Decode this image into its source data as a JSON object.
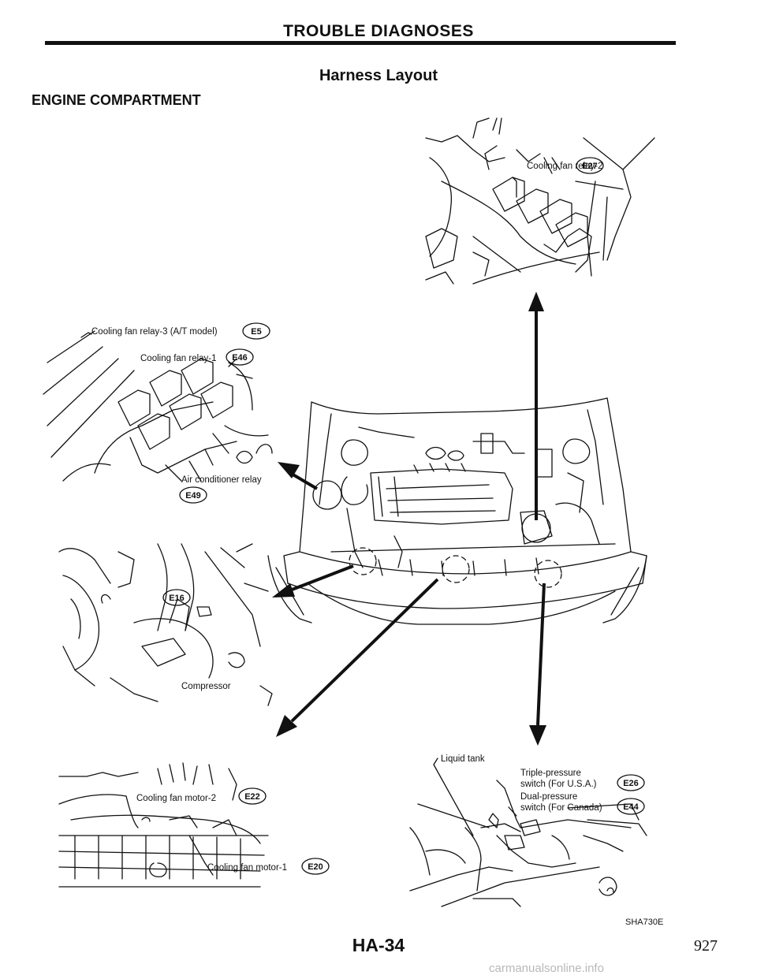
{
  "header": {
    "title": "TROUBLE DIAGNOSES"
  },
  "page": {
    "subtitle": "Harness Layout",
    "section": "ENGINE COMPARTMENT"
  },
  "labels": {
    "relay2": "Cooling fan relay-2",
    "relay3": "Cooling fan relay-3 (A/T model)",
    "relay1": "Cooling fan relay-1",
    "ac_relay": "Air conditioner relay",
    "compressor": "Compressor",
    "fan_motor2": "Cooling fan motor-2",
    "fan_motor1": "Cooling fan motor-1",
    "liquid_tank": "Liquid tank",
    "triple_1": "Triple-pressure",
    "triple_2": "switch (For U.S.A.)",
    "dual_1": "Dual-pressure",
    "dual_2": "switch (For Canada)"
  },
  "connectors": {
    "e27": "E27",
    "e5": "E5",
    "e46": "E46",
    "e49": "E49",
    "e16": "E16",
    "e22": "E22",
    "e20": "E20",
    "e26": "E26",
    "e44": "E44"
  },
  "footer": {
    "figure_code": "SHA730E",
    "page_number": "HA-34",
    "print_page": "927",
    "watermark": "carmanualsonline.info"
  }
}
